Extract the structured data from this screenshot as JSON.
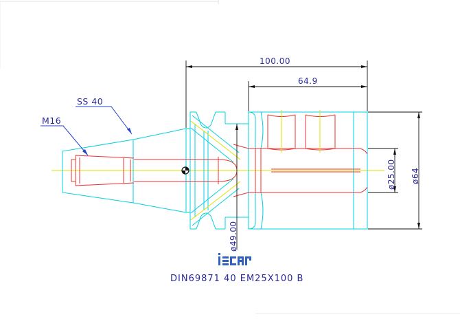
{
  "drawing": {
    "dimensions": {
      "overall_length": "100.00",
      "body_length": "64.9",
      "bore_diameter": "ø25.00",
      "body_diameter": "ø64",
      "flange_diameter": "ø49.00"
    },
    "labels": {
      "taper": "SS 40",
      "thread": "M16"
    },
    "brand_logo": "iscar",
    "caption": "DIN69871 40 EM25X100 B"
  },
  "colors": {
    "outline": "#00d0e0",
    "hidden": "#e83030",
    "centerline": "#e0e000",
    "dimension": "#101010",
    "text": "#2a2a9a",
    "leader": "#2040d0",
    "logo": "#3060c0"
  }
}
